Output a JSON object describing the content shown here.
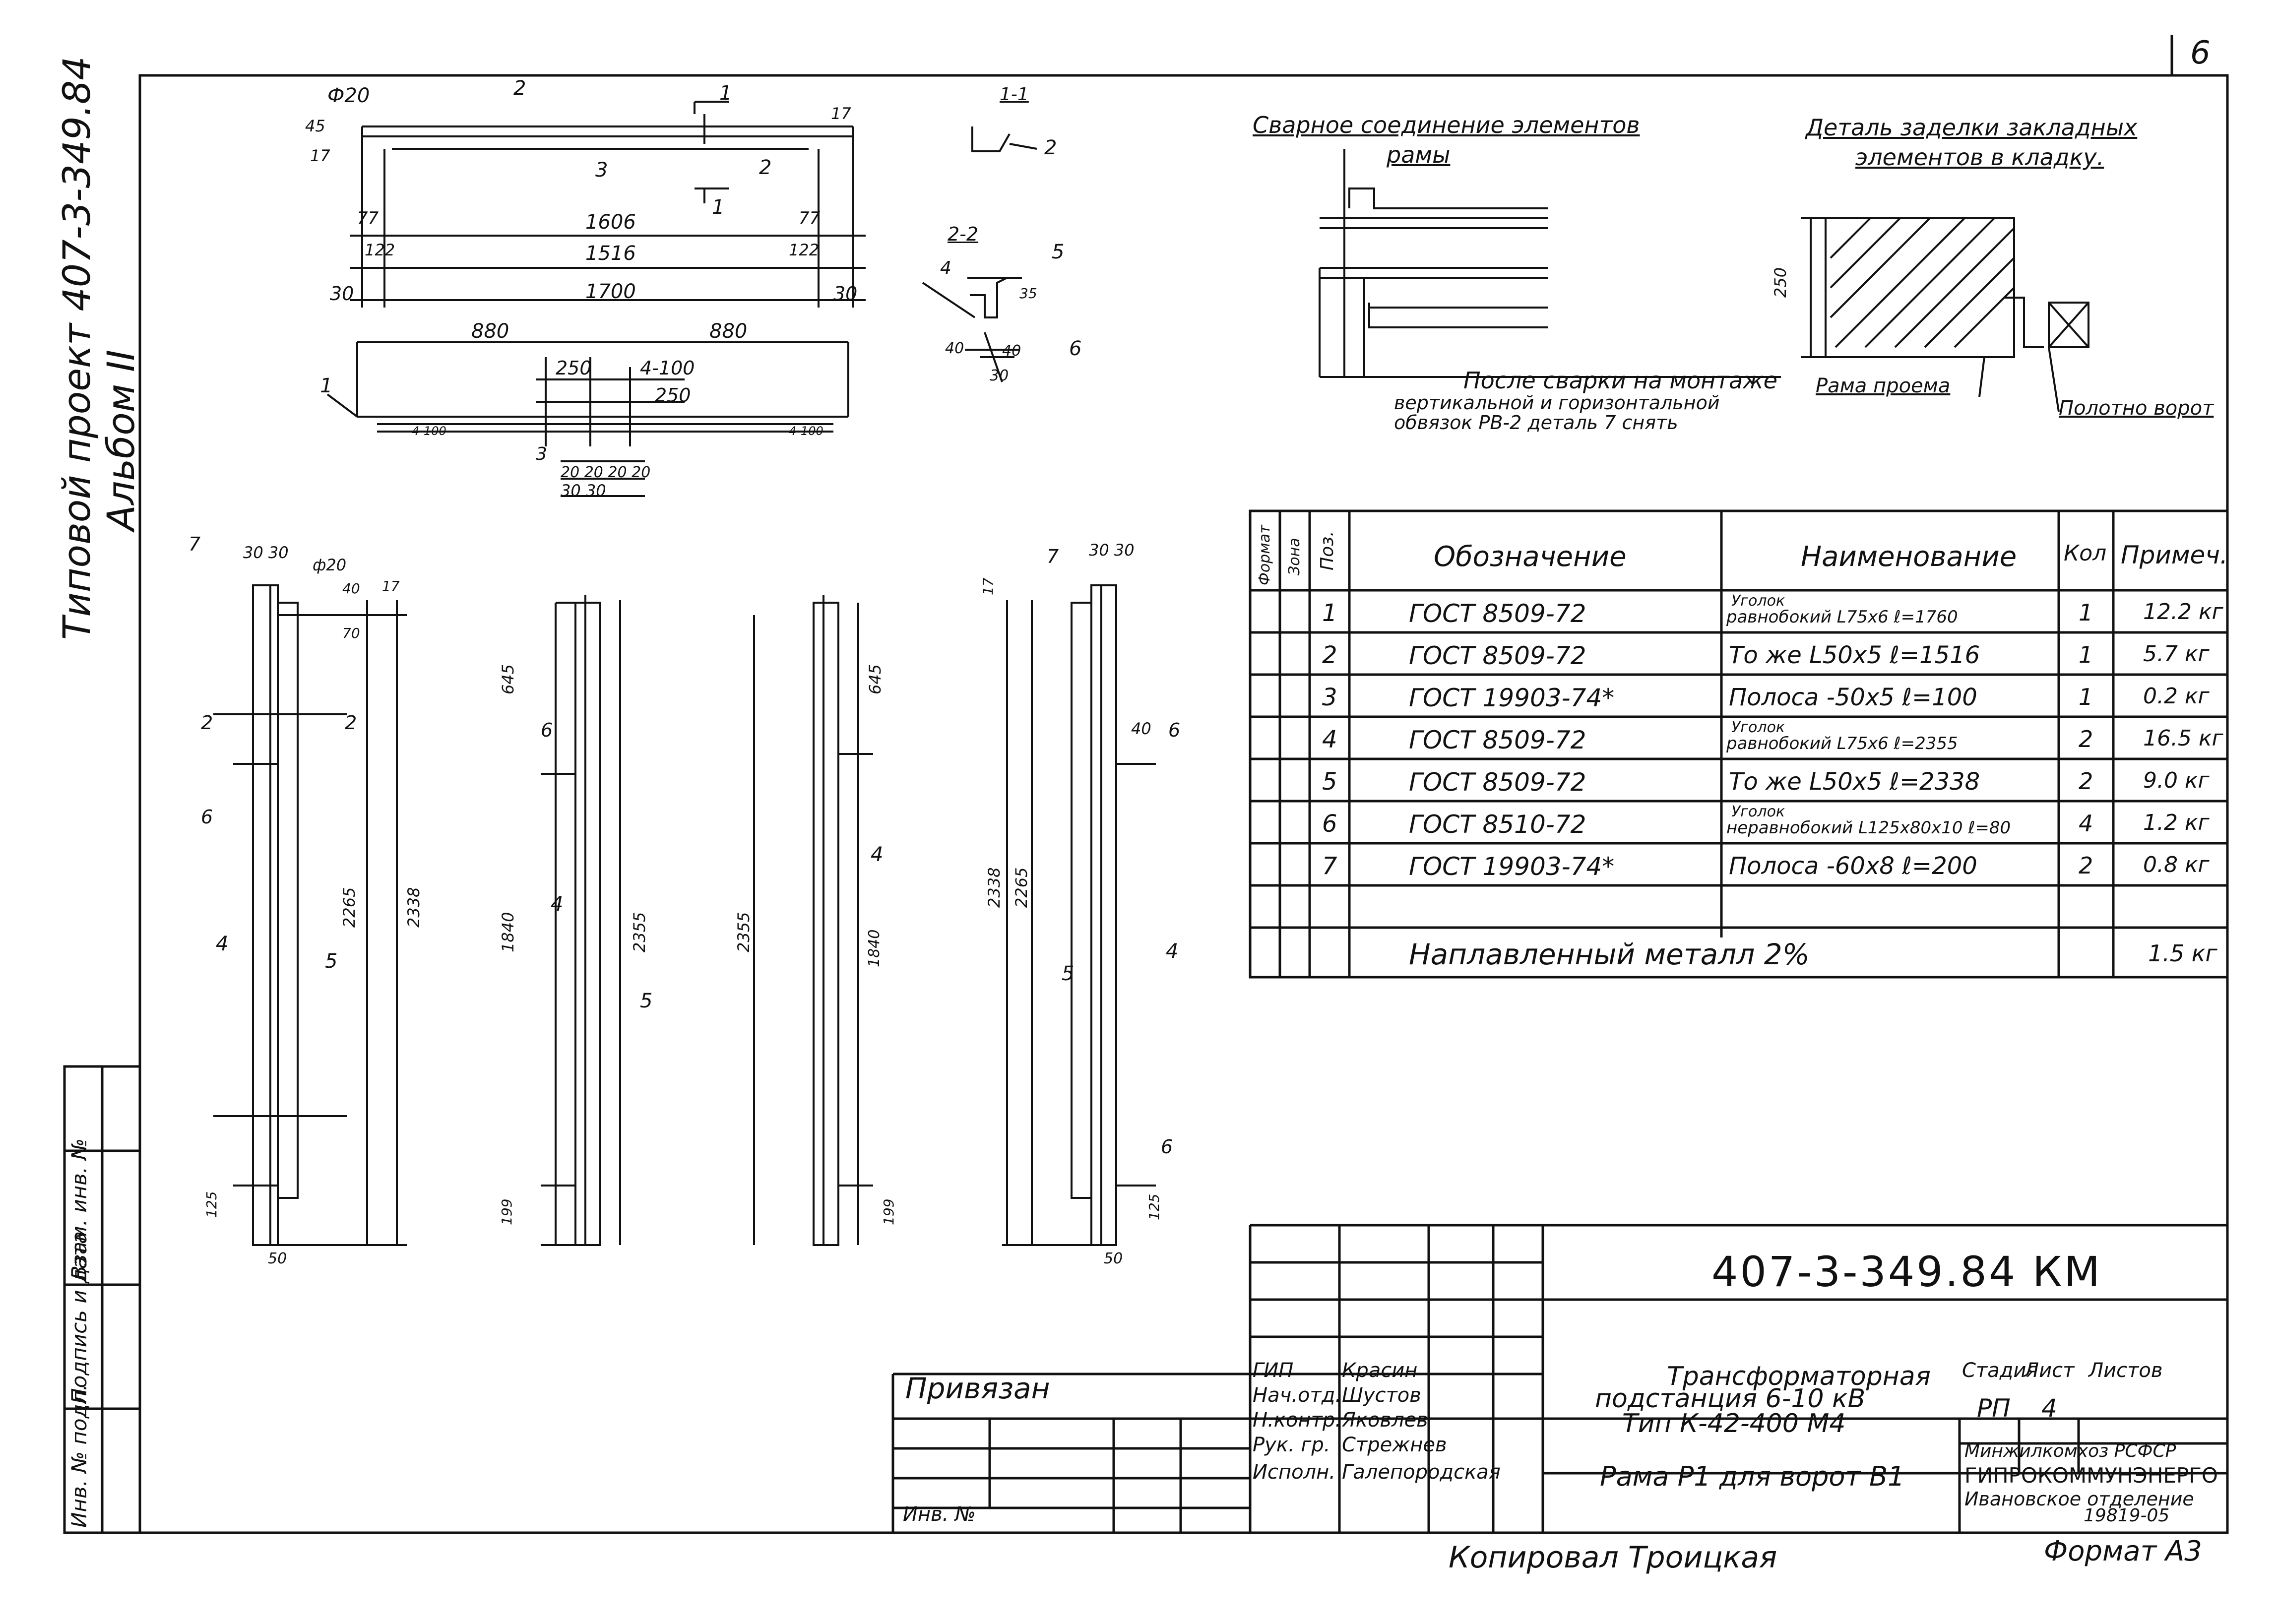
{
  "sheet_number": "6",
  "side": {
    "project_line1": "Типовой  проект 407-3-349.84",
    "project_line2": "Альбом II"
  },
  "left_strip": {
    "inv_podl": "Инв. № подл.",
    "sign_date": "Подпись и дата",
    "vzam_inv": "Взам. инв. №"
  },
  "top_left_dims": {
    "phi20": "Ф20",
    "pos2_label": "2",
    "sect1": "1",
    "pos3": "3",
    "pos2b": "2",
    "sect1b": "1",
    "d45": "45",
    "d17a": "17",
    "d17b": "17",
    "d1606": "1606",
    "d1516": "1516",
    "d1700": "1700",
    "d30a": "30",
    "d30b": "30",
    "d77a": "77",
    "d77b": "77",
    "d122a": "122",
    "d122b": "122",
    "d880a": "880",
    "d880b": "880",
    "d250a": "250",
    "d4x100": "4-100",
    "d250b": "250",
    "pos1": "1",
    "d4_100a": "4-100",
    "d4_100b": "4-100",
    "bot3": "3",
    "bot20": "20 20 20 20",
    "bot30": "30 30"
  },
  "section_1_1": {
    "title": "1-1",
    "pos": "2"
  },
  "section_2_2": {
    "title": "2-2",
    "p4": "4",
    "p5": "5",
    "p6": "6",
    "d35": "35",
    "d40a": "40",
    "d40b": "40",
    "d30": "30"
  },
  "welded_joint": {
    "title": "Сварное соединение элементов",
    "title2": "рамы",
    "note1": "После сварки на монтаже",
    "note2": "вертикальной и горизонтальной",
    "note3": "обвязок РВ-2 деталь 7 снять"
  },
  "embed_detail": {
    "title": "Деталь заделки закладных",
    "title2": "элементов в кладку.",
    "dim": "250",
    "label_frame": "Рама проема",
    "label_gate": "Полотно ворот"
  },
  "elevations": {
    "e1_top": "30 30",
    "e1_phi": "ф20",
    "e1_7": "7",
    "e1_40": "40",
    "e1_70": "70",
    "e1_17": "17",
    "e1_2a": "2",
    "e1_2b": "2",
    "e1_6": "6",
    "e1_4": "4",
    "e1_5": "5",
    "e1_2265": "2265",
    "e1_2338": "2338",
    "e1_125": "125",
    "e1_50": "50",
    "e2_645": "645",
    "e2_6": "6",
    "e2_4": "4",
    "e2_1840": "1840",
    "e2_2355": "2355",
    "e2_5": "5",
    "e2_199": "199",
    "e3_2355": "2355",
    "e3_645": "645",
    "e3_4": "4",
    "e3_1840": "1840",
    "e3_199": "199",
    "e4_7": "7",
    "e4_top": "30 30",
    "e4_17": "17",
    "e4_40": "40",
    "e4_6": "6",
    "e4_2338": "2338",
    "e4_2265": "2265",
    "e4_5": "5",
    "e4_4": "4",
    "e4_6b": "6",
    "e4_125": "125",
    "e4_50": "50"
  },
  "spec_table": {
    "headers": {
      "format": "Формат",
      "zona": "Зона",
      "poz": "Поз.",
      "oboz": "Обозначение",
      "naim": "Наименование",
      "kol": "Кол",
      "prim": "Примеч."
    },
    "rows": [
      {
        "poz": "1",
        "oboz": "ГОСТ 8509-72",
        "naim1": "Уголок",
        "naim2": "равнобокий L75x6  ℓ=1760",
        "kol": "1",
        "prim": "12.2 кг"
      },
      {
        "poz": "2",
        "oboz": "ГОСТ 8509-72",
        "naim1": "",
        "naim2": "То же  L50x5  ℓ=1516",
        "kol": "1",
        "prim": "5.7 кг"
      },
      {
        "poz": "3",
        "oboz": "ГОСТ 19903-74*",
        "naim1": "",
        "naim2": "Полоса -50x5  ℓ=100",
        "kol": "1",
        "prim": "0.2 кг"
      },
      {
        "poz": "4",
        "oboz": "ГОСТ 8509-72",
        "naim1": "Уголок",
        "naim2": "равнобокий L75x6  ℓ=2355",
        "kol": "2",
        "prim": "16.5 кг"
      },
      {
        "poz": "5",
        "oboz": "ГОСТ 8509-72",
        "naim1": "",
        "naim2": "То  же  L50x5  ℓ=2338",
        "kol": "2",
        "prim": "9.0 кг"
      },
      {
        "poz": "6",
        "oboz": "ГОСТ 8510-72",
        "naim1": "Уголок",
        "naim2": "неравнобокий L125x80x10 ℓ=80",
        "kol": "4",
        "prim": "1.2 кг"
      },
      {
        "poz": "7",
        "oboz": "ГОСТ 19903-74*",
        "naim1": "",
        "naim2": "Полоса -60x8  ℓ=200",
        "kol": "2",
        "prim": "0.8 кг"
      },
      {
        "poz": "",
        "oboz": "",
        "naim1": "",
        "naim2": "",
        "kol": "",
        "prim": ""
      }
    ],
    "footer_text": "Наплавленный    металл  2%",
    "footer_prim": "1.5 кг"
  },
  "title_block": {
    "code": "407-3-349.84   КМ",
    "privyazan": "Привязан",
    "inv": "Инв. №",
    "roles": [
      "ГИП",
      "Нач.отд.",
      "Н.контр.",
      "Рук. гр.",
      "Исполн."
    ],
    "names": [
      "Красин",
      "Шустов",
      "Яковлев",
      "Стрежнев",
      "Галепородская"
    ],
    "obj1": "Трансформаторная",
    "obj2": "подстанция  6-10 кВ",
    "obj3": "Тип К-42-400 М4",
    "drawing": "Рама Р1 для ворот В1",
    "stage_h": "Стадия",
    "sheet_h": "Лист",
    "sheets_h": "Листов",
    "stage": "РП",
    "sheet": "4",
    "org1": "Минжилкомхоз РСФСР",
    "org2": "ГИПРОКОММУНЭНЕРГО",
    "org3": "Ивановское отделение",
    "copied": "Копировал Троицкая",
    "num": "19819-05",
    "format": "Формат А3"
  }
}
